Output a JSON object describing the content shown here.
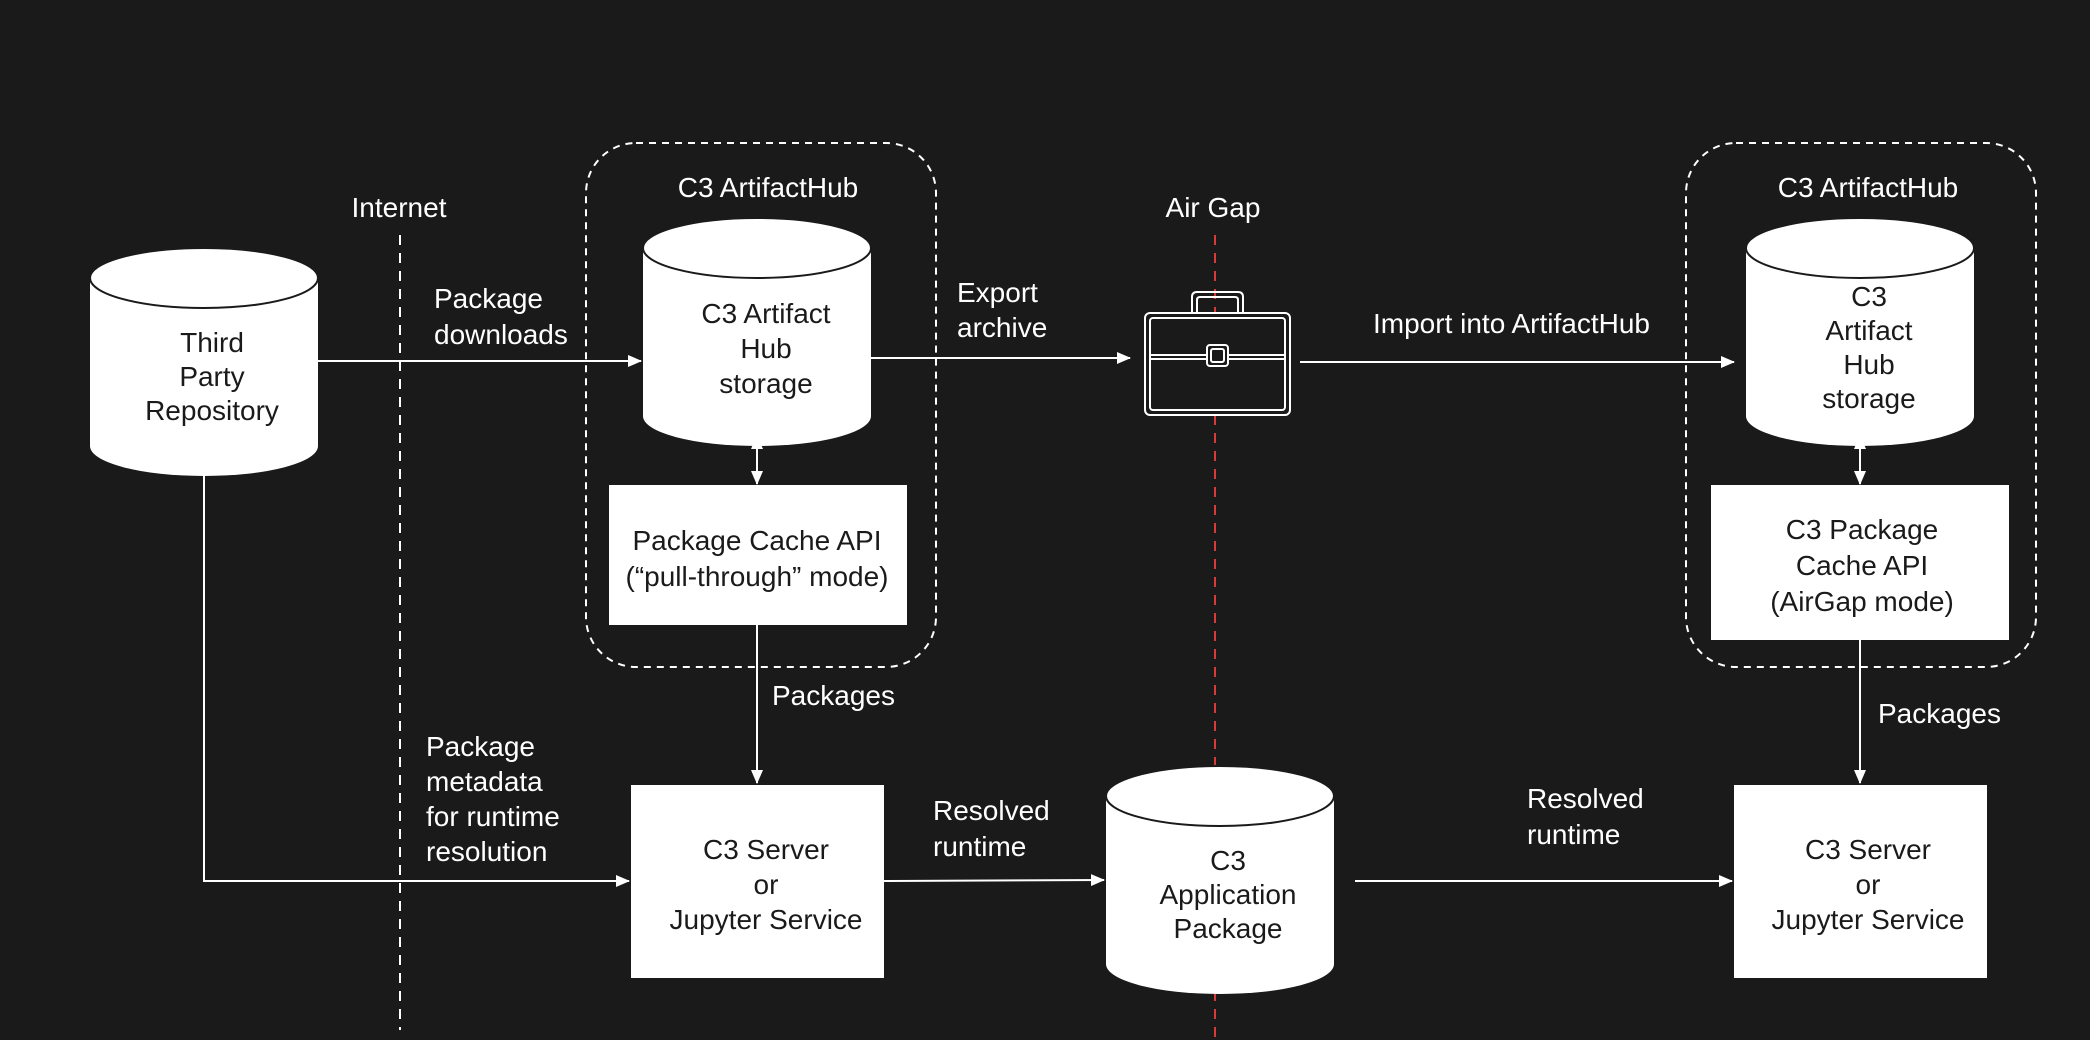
{
  "colors": {
    "background": "#1b1a1a",
    "foreground": "#ffffff",
    "box_text": "#1b1a1a",
    "air_gap_line": "#d63c3c"
  },
  "labels": {
    "internet": "Internet",
    "air_gap": "Air Gap"
  },
  "groups": {
    "left_hub_title": "C3 ArtifactHub",
    "right_hub_title": "C3 ArtifactHub"
  },
  "nodes": {
    "third_party_repo": [
      "Third",
      "Party",
      "Repository"
    ],
    "left_storage": [
      "C3 Artifact",
      "Hub",
      "storage"
    ],
    "left_cache_api": [
      "Package Cache API",
      "(“pull-through” mode)"
    ],
    "right_storage": [
      "C3",
      "Artifact",
      "Hub",
      "storage"
    ],
    "right_cache_api": [
      "C3 Package",
      "Cache API",
      "(AirGap mode)"
    ],
    "left_server": [
      "C3 Server",
      "or",
      "Jupyter Service"
    ],
    "app_package": [
      "C3",
      "Application",
      "Package"
    ],
    "right_server": [
      "C3 Server",
      "or",
      "Jupyter Service"
    ]
  },
  "edge_labels": {
    "package_downloads": [
      "Package",
      "downloads"
    ],
    "export_archive": [
      "Export",
      "archive"
    ],
    "import_into_hub": [
      "Import into ArtifactHub"
    ],
    "left_packages": [
      "Packages"
    ],
    "right_packages": [
      "Packages"
    ],
    "package_metadata": [
      "Package",
      "metadata",
      "for runtime",
      "resolution"
    ],
    "left_resolved_runtime": [
      "Resolved",
      "runtime"
    ],
    "right_resolved_runtime": [
      "Resolved",
      "runtime"
    ]
  },
  "icons": {
    "archive": "briefcase-icon"
  }
}
